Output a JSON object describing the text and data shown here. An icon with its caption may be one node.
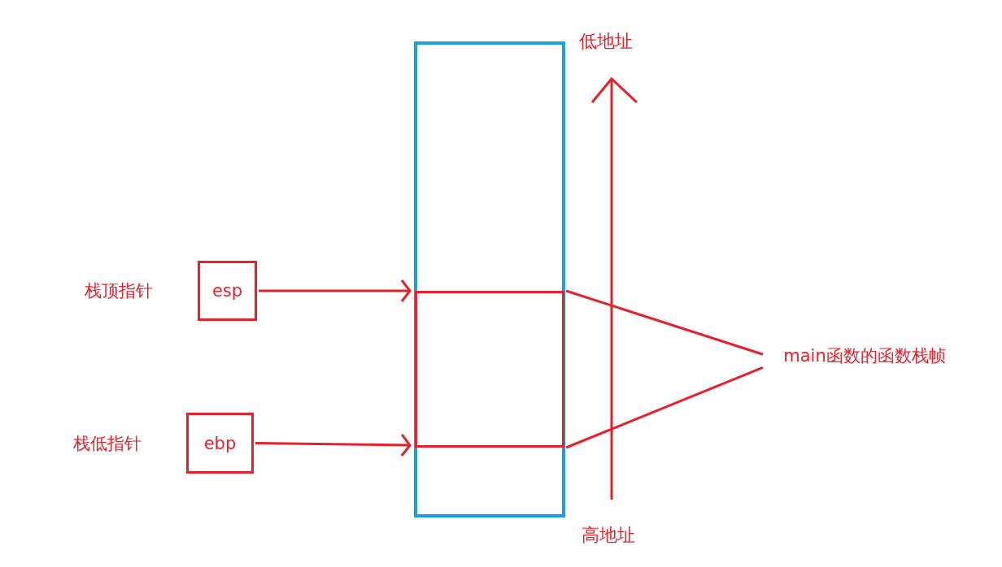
{
  "diagram": {
    "nodes": [
      {
        "text": [],
        "shape": "box"
      },
      {
        "text": [],
        "shape": "box",
        "in": 0
      },
      {
        "text": [
          "esp"
        ],
        "beside": [
          "栈顶指针"
        ]
      },
      {
        "text": [
          "ebp"
        ],
        "beside": [
          "栈低指针"
        ]
      },
      {
        "text": [
          "main函数的函数栈帧"
        ]
      }
    ],
    "edges": [
      {
        "from": 2,
        "to": 1,
        "arrow": "to"
      },
      {
        "from": 3,
        "to": 1,
        "arrow": "to"
      },
      {
        "from": 1,
        "to": 4,
        "arrow": "none"
      },
      {
        "from": 1,
        "to": 4,
        "arrow": "none"
      }
    ],
    "labels": [
      "低地址",
      "高地址"
    ]
  }
}
